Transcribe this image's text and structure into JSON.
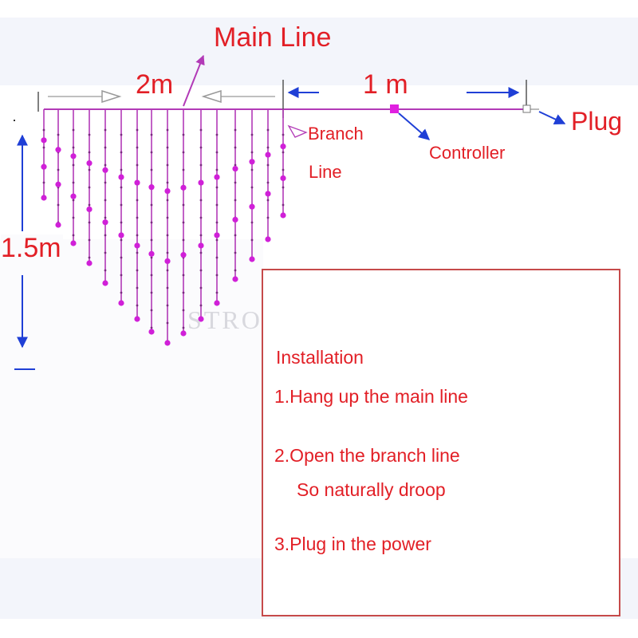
{
  "labels": {
    "main_line": "Main Line",
    "width": "2m",
    "lead_length": "1 m",
    "plug": "Plug",
    "branch_line_1": "Branch",
    "branch_line_2": "Line",
    "controller": "Controller",
    "height": "1.5m"
  },
  "installation": {
    "title": "Installation",
    "steps": [
      "1.Hang up the main line",
      "2.Open the branch line",
      "So naturally droop",
      "3.Plug in the power"
    ]
  },
  "watermark": "STRO",
  "colors": {
    "label_red": "#e21f26",
    "wire_purple": "#b23ab7",
    "led_magenta": "#d020d8",
    "arrow_blue": "#1f3fd6",
    "box_border": "#c64a4a"
  },
  "icons": [
    "arrow-up-icon",
    "arrow-down-icon",
    "arrow-right-icon",
    "arrow-left-icon",
    "plug-icon",
    "controller-icon"
  ]
}
